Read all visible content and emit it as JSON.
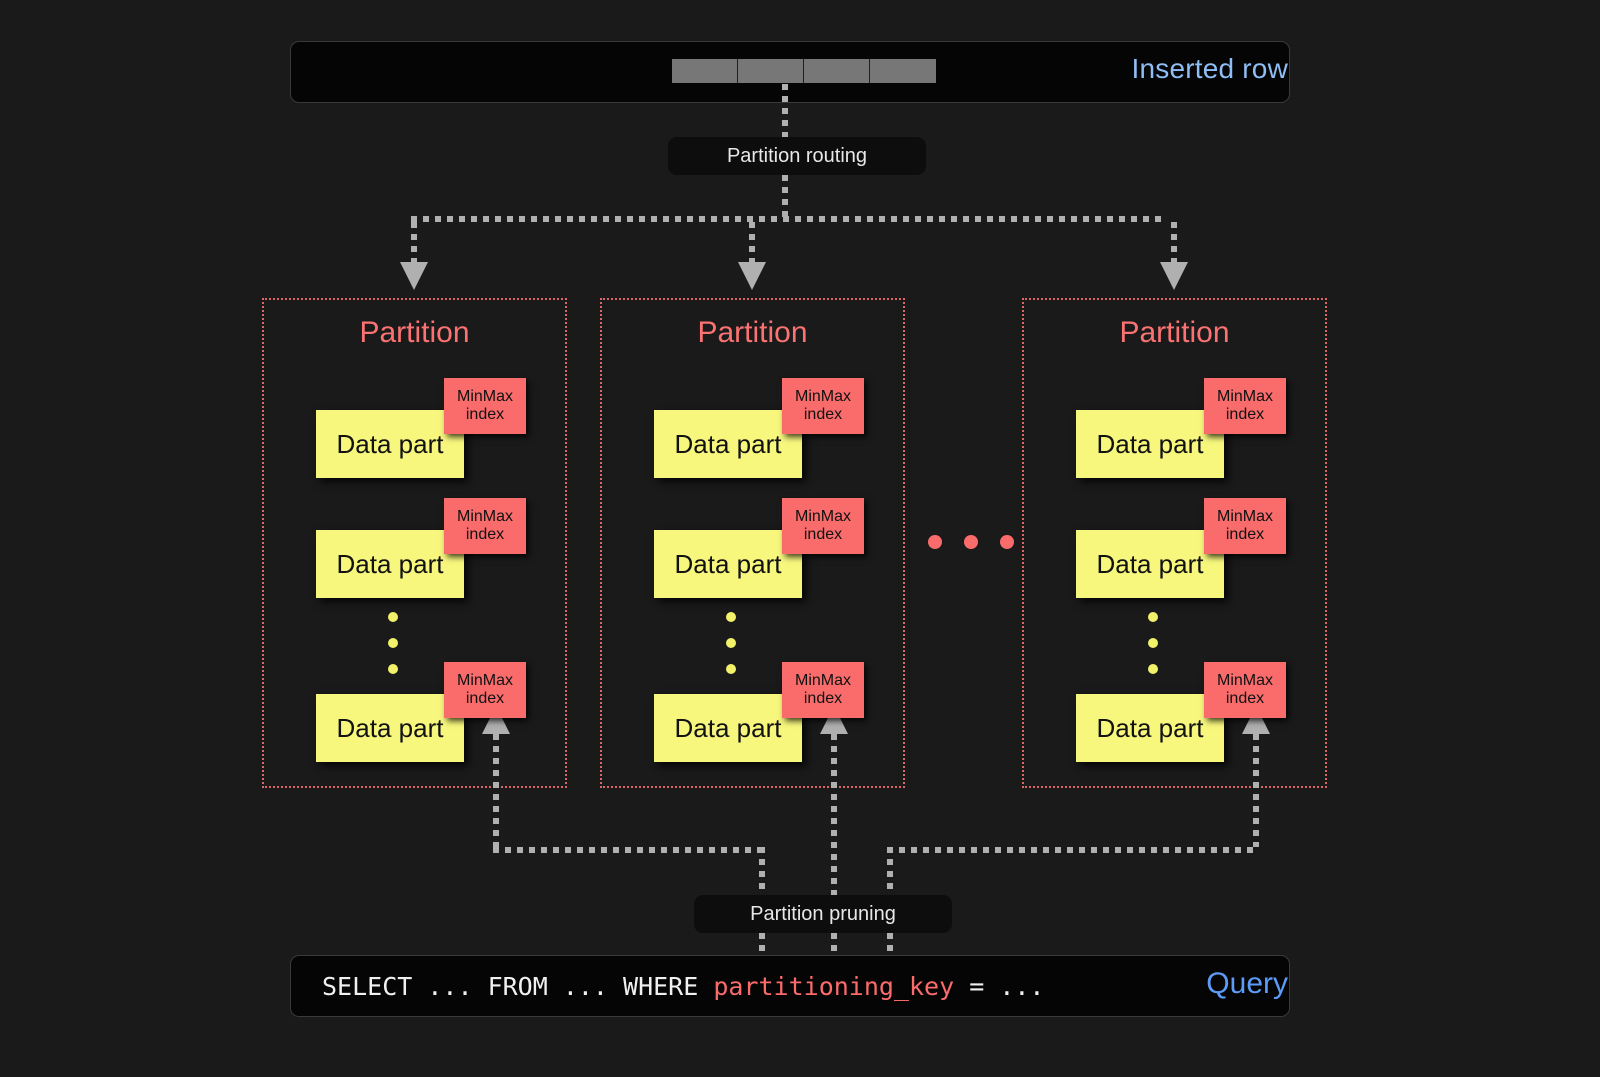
{
  "diagram": {
    "title_top": "Inserted row",
    "title_bottom": "Query",
    "background": "#1a1a1a",
    "accent_red": "#fa6b6b",
    "accent_yellow": "#f7f77d",
    "accent_blue_top": "#8fbdf5",
    "accent_blue_bottom": "#5b9cf8",
    "connector_gray": "#b0b0b0"
  },
  "top": {
    "label": "Inserted row",
    "cells": [
      "",
      "",
      "",
      ""
    ]
  },
  "routing": {
    "label": "Partition routing"
  },
  "pruning": {
    "label": "Partition pruning"
  },
  "partitions": [
    {
      "title": "Partition",
      "parts": [
        {
          "datapart_label": "Data part",
          "index_line1": "MinMax",
          "index_line2": "index"
        },
        {
          "datapart_label": "Data part",
          "index_line1": "MinMax",
          "index_line2": "index"
        },
        {
          "datapart_label": "Data part",
          "index_line1": "MinMax",
          "index_line2": "index"
        }
      ]
    },
    {
      "title": "Partition",
      "parts": [
        {
          "datapart_label": "Data part",
          "index_line1": "MinMax",
          "index_line2": "index"
        },
        {
          "datapart_label": "Data part",
          "index_line1": "MinMax",
          "index_line2": "index"
        },
        {
          "datapart_label": "Data part",
          "index_line1": "MinMax",
          "index_line2": "index"
        }
      ]
    },
    {
      "title": "Partition",
      "parts": [
        {
          "datapart_label": "Data part",
          "index_line1": "MinMax",
          "index_line2": "index"
        },
        {
          "datapart_label": "Data part",
          "index_line1": "MinMax",
          "index_line2": "index"
        },
        {
          "datapart_label": "Data part",
          "index_line1": "MinMax",
          "index_line2": "index"
        }
      ]
    }
  ],
  "query": {
    "prefix": "SELECT ... FROM ... WHERE ",
    "keyword": "partitioning_key",
    "suffix": " = ...",
    "label": "Query"
  }
}
